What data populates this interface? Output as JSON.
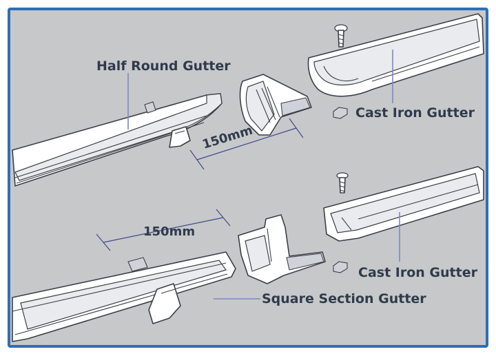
{
  "labels": {
    "half_round_gutter": "Half Round Gutter",
    "cast_iron_gutter_top": "Cast Iron Gutter",
    "cast_iron_gutter_bottom": "Cast Iron Gutter",
    "square_section_gutter": "Square Section Gutter",
    "dimension_top": "150mm",
    "dimension_bottom": "150mm"
  },
  "colors": {
    "frame_border": "#2f6fb5",
    "background": "#c7c8ca",
    "part_fill": "#ffffff",
    "outline": "#3b3f46",
    "label_text": "#2f3b4c",
    "leader_line": "#7d87c4",
    "dimension_line": "#3f4a8c"
  }
}
